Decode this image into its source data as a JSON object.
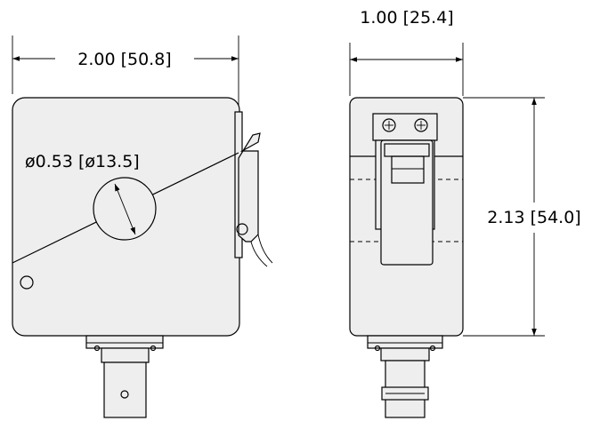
{
  "dimensions": {
    "width_front": "2.00 [50.8]",
    "diameter": "ø0.53 [ø13.5]",
    "width_side": "1.00 [25.4]",
    "height": "2.13 [54.0]"
  }
}
